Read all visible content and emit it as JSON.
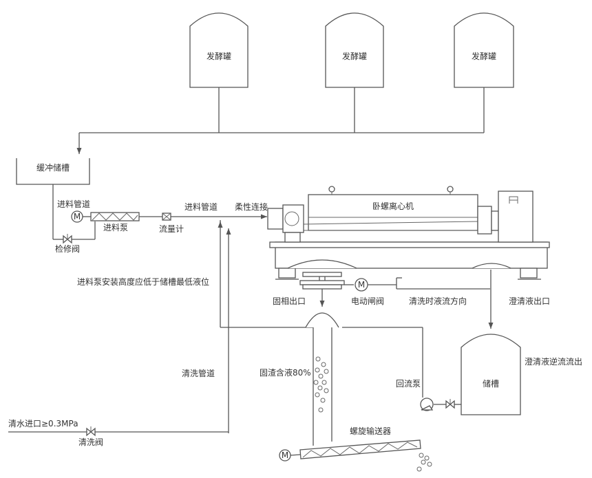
{
  "labels": {
    "tank1": "发酵罐",
    "tank2": "发酵罐",
    "tank3": "发酵罐",
    "buffer_tank": "缓冲储槽",
    "feed_pipe_1": "进料管道",
    "feed_pump": "进料泵",
    "inspection_valve": "检修阀",
    "flow_meter": "流量计",
    "feed_pipe_2": "进料管道",
    "flexible_connection": "柔性连接",
    "centrifuge": "卧螺离心机",
    "pump_note": "进料泵安装高度应低于储槽最低液位",
    "solid_outlet": "固相出口",
    "electric_valve": "电动闸阀",
    "cleaning_flow": "清洗时液流方向",
    "clear_outlet": "澄清液出口",
    "cleaning_pipe": "清洗管道",
    "solid_content": "固渣含液80%",
    "return_pump": "回流泵",
    "storage_tank": "储槽",
    "clear_backflow": "澄清液逆流流出",
    "water_inlet": "清水进口≥0.3MPa",
    "wash_valve": "清洗阀",
    "screw_conveyor": "螺旋输送器",
    "motor_symbol": "M"
  }
}
